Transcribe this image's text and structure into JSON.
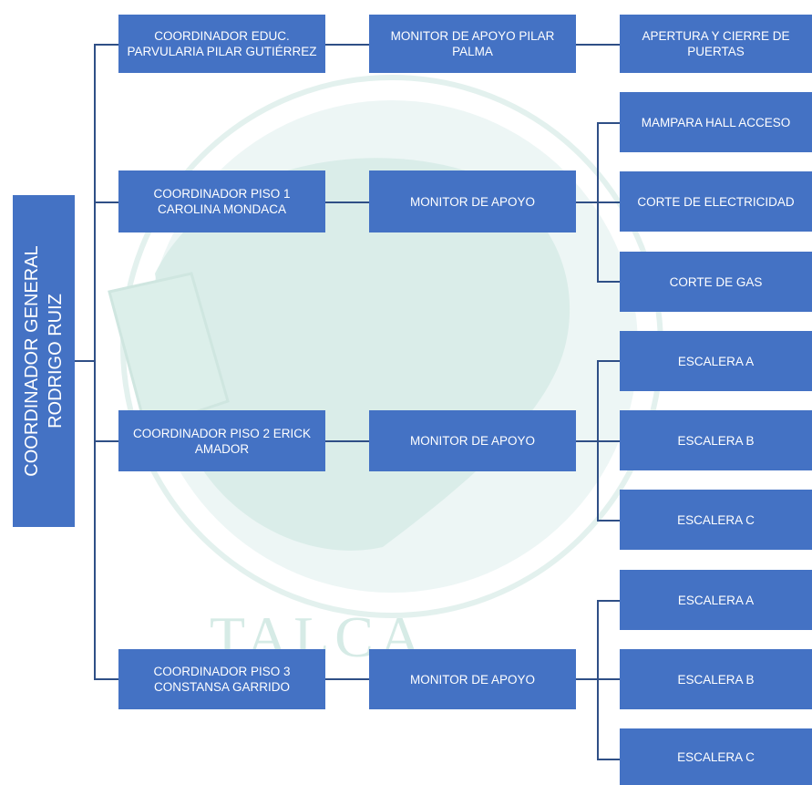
{
  "watermark": {
    "label": "TALCA",
    "color": "#d6ebe6"
  },
  "root": {
    "line1": "COORDINADOR GENERAL",
    "line2": "RODRIGO RUIZ"
  },
  "level1": [
    {
      "label": "COORDINADOR EDUC. PARVULARIA PILAR GUTIÉRREZ"
    },
    {
      "label": "COORDINADOR PISO 1 CAROLINA MONDACA"
    },
    {
      "label": "COORDINADOR PISO 2 ERICK AMADOR"
    },
    {
      "label": "COORDINADOR PISO 3 CONSTANSA GARRIDO"
    }
  ],
  "level2": [
    {
      "label": "MONITOR DE APOYO PILAR PALMA"
    },
    {
      "label": "MONITOR DE APOYO"
    },
    {
      "label": "MONITOR DE APOYO"
    },
    {
      "label": "MONITOR DE APOYO"
    }
  ],
  "level3": [
    {
      "label": "APERTURA Y CIERRE DE PUERTAS"
    },
    {
      "label": "MAMPARA HALL ACCESO"
    },
    {
      "label": "CORTE DE ELECTRICIDAD"
    },
    {
      "label": "CORTE DE GAS"
    },
    {
      "label": "ESCALERA A"
    },
    {
      "label": "ESCALERA B"
    },
    {
      "label": "ESCALERA C"
    },
    {
      "label": "ESCALERA A"
    },
    {
      "label": "ESCALERA B"
    },
    {
      "label": "ESCALERA C"
    }
  ],
  "colors": {
    "box": "#4472c4",
    "line": "#2f4f86",
    "text": "#ffffff"
  }
}
